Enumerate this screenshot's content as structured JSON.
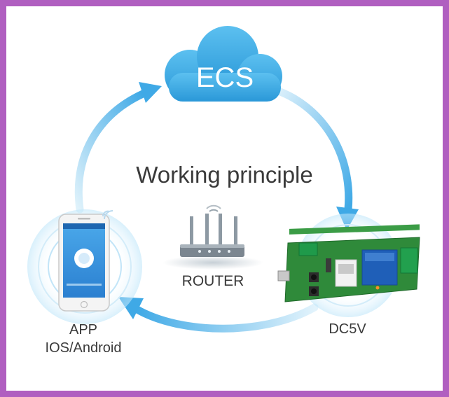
{
  "diagram": {
    "title": "Working principle",
    "cloud_label": "ECS",
    "router_label": "ROUTER",
    "app_label_line1": "APP",
    "app_label_line2": "IOS/Android",
    "device_label": "DC5V"
  },
  "colors": {
    "frame": "#b05fc0",
    "arrow": "#4fb3e8",
    "cloud": "#3aa6e0",
    "board": "#2f8a3a",
    "relay": "#1f5fb8"
  },
  "icons": [
    "cloud-icon",
    "router-icon",
    "smartphone-icon",
    "relay-board-icon",
    "wifi-icon"
  ]
}
